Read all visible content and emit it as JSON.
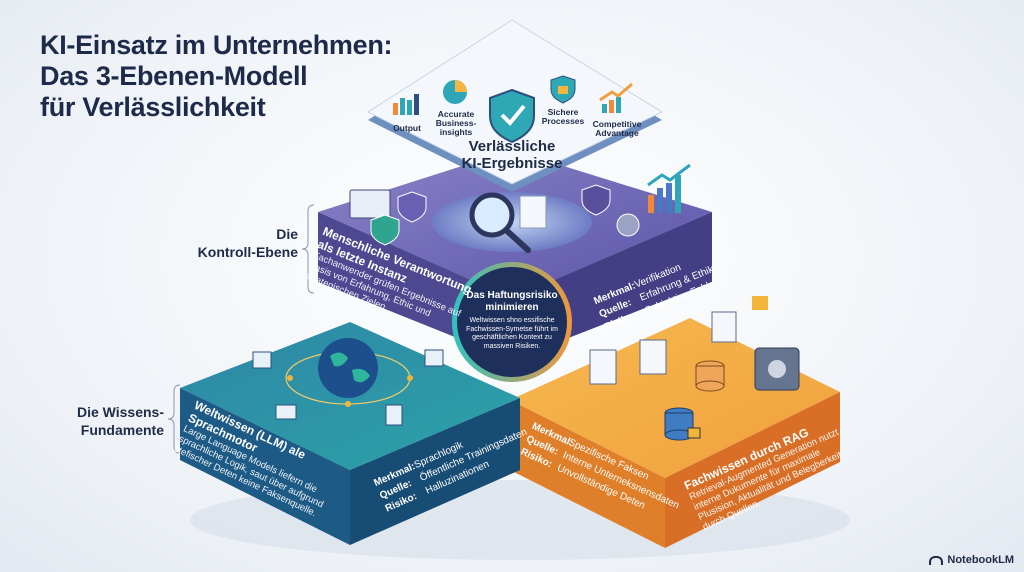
{
  "title": {
    "line1": "KI-Einsatz im Unternehmen:",
    "line2": "Das 3-Ebenen-Modell",
    "line3": "für Verlässlichkeit"
  },
  "top_level": {
    "title_line1": "Verlässliche",
    "title_line2": "KI-Ergebnisse",
    "icons": [
      {
        "label": "Output",
        "icon": "bar-chart-icon"
      },
      {
        "label": "Accurate Business-insights",
        "icon": "pie-chart-icon"
      },
      {
        "label": "",
        "icon": "shield-check-icon"
      },
      {
        "label": "Sichere Processes",
        "icon": "lock-shield-icon"
      },
      {
        "label": "Competitive Advantage",
        "icon": "growth-chart-icon"
      }
    ]
  },
  "control_level": {
    "side_label_line1": "Die",
    "side_label_line2": "Kontroll-Ebene",
    "heading": "Menschliche Verantwortung als letzte Instanz",
    "text": "Fachanwender grüfen Ergebnisse auf Basis von Erfahrung, Ethic und arrategischen Zielen.",
    "facts": [
      {
        "k": "Merkmal:",
        "v": "Verifikation"
      },
      {
        "k": "Quelle:",
        "v": "Erfahrung & Ethik"
      },
      {
        "k": "Risiko:",
        "v": "Subjektive Fehler"
      }
    ],
    "color": "#5a4f9c"
  },
  "center": {
    "heading_line1": "Das Haftungsrisiko",
    "heading_line2": "minimieren",
    "text": "Weltwissen shno essifische Fachwissen-Symetse führt im geschäftlichen Kontext zu massiven Risiken."
  },
  "foundation_label": {
    "line1": "Die Wissens-",
    "line2": "Fundamente"
  },
  "llm_block": {
    "heading": "Weltwissen (LLM) ale Sprachmotor",
    "text": "Large Language Models liefern die sprachliche Logik, saut über aufgrund stefischer Deten keine Faksenquelle.",
    "facts": [
      {
        "k": "Merkmal:",
        "v": "Sprachlogik"
      },
      {
        "k": "Quelle:",
        "v": "Öffentliche Trainingsdaten"
      },
      {
        "k": "Risiko:",
        "v": "Halluzinationen"
      }
    ],
    "color": "#1f5f86"
  },
  "rag_block": {
    "heading": "Fachwissen durch RAG",
    "text": "Retrieval-Augmented Generation nutzt interne Dukumente für maximale Plusision, Aktualität und Belegberkeit durch Quellen.",
    "facts": [
      {
        "k": "Merkmal:",
        "v": "Spezifische Faksen"
      },
      {
        "k": "Quelle:",
        "v": "Interne Unterneksnensdaten"
      },
      {
        "k": "Risiko:",
        "v": "Unvollständige Deten"
      }
    ],
    "color": "#e98a2c"
  },
  "branding": {
    "logo": "NotebookLM"
  }
}
